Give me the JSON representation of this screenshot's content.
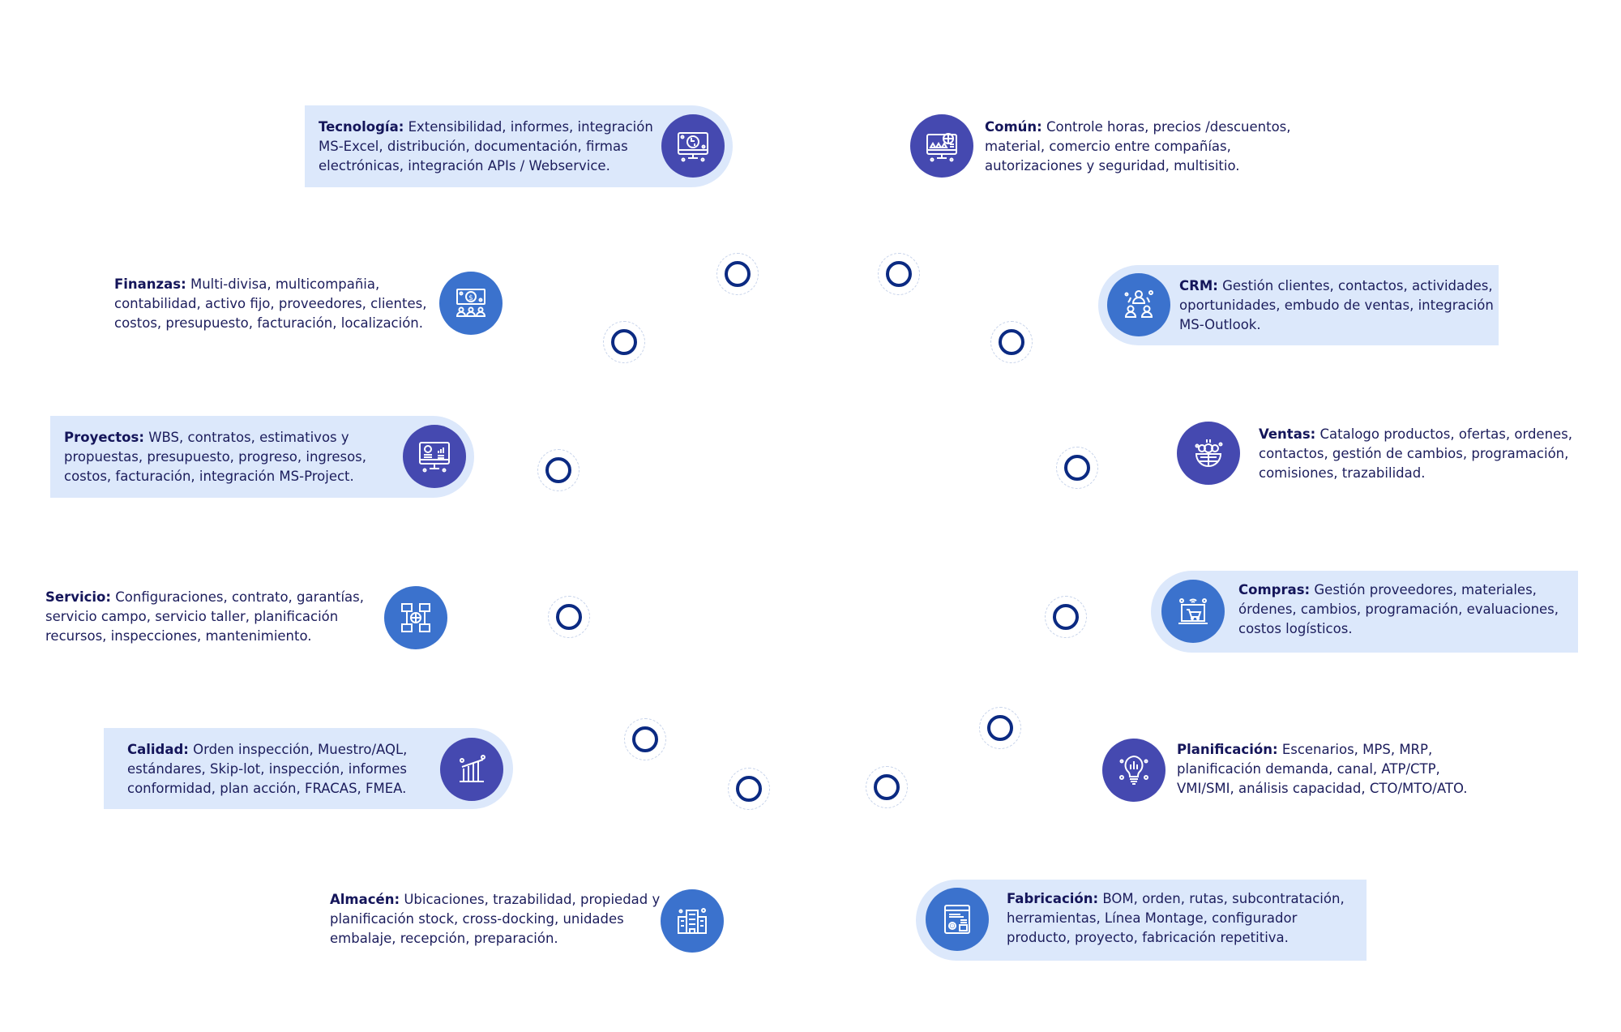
{
  "colors": {
    "card_bg": "#dce8fb",
    "icon_purple": "#4549b0",
    "icon_blue": "#3b72cd",
    "node_ring": "#0b2a82",
    "text": "#1c1d5c"
  },
  "modules": [
    {
      "id": "tecnologia",
      "title": "Tecnología:",
      "body": "Extensibilidad, informes, integración MS-Excel, distribución, documentación, firmas electrónicas, integración APIs / Webservice.",
      "icon": "monitor-network-icon",
      "icon_color": "purple",
      "boxed": true
    },
    {
      "id": "comun",
      "title": "Común:",
      "body": "Controle horas, precios /descuentos, material, comercio entre compañías, autorizaciones y seguridad, multisitio.",
      "icon": "monitor-globe-users-icon",
      "icon_color": "purple",
      "boxed": false
    },
    {
      "id": "finanzas",
      "title": "Finanzas:",
      "body": "Multi-divisa, multicompañia, contabilidad, activo fijo, proveedores, clientes, costos, presupuesto, facturación, localización.",
      "icon": "money-people-icon",
      "icon_color": "blue",
      "boxed": false
    },
    {
      "id": "crm",
      "title": "CRM:",
      "body": "Gestión clientes, contactos, actividades, oportunidades, embudo de ventas, integración MS-Outlook.",
      "icon": "team-network-icon",
      "icon_color": "blue",
      "boxed": true
    },
    {
      "id": "proyectos",
      "title": "Proyectos:",
      "body": "WBS,  contratos, estimativos y propuestas, presupuesto, progreso, ingresos, costos, facturación, integración MS-Project.",
      "icon": "monitor-finance-icon",
      "icon_color": "purple",
      "boxed": true
    },
    {
      "id": "ventas",
      "title": "Ventas:",
      "body": " Catalogo productos, ofertas, ordenes, contactos, gestión de cambios, programación, comisiones, trazabilidad.",
      "icon": "globe-money-icon",
      "icon_color": "purple",
      "boxed": false
    },
    {
      "id": "servicio",
      "title": "Servicio:",
      "body": "Configuraciones, contrato, garantías, servicio campo, servicio taller, planificación recursos, inspecciones, mantenimiento.",
      "icon": "network-globe-icon",
      "icon_color": "blue",
      "boxed": false
    },
    {
      "id": "compras",
      "title": "Compras:",
      "body": "Gestión proveedores, materiales, órdenes, cambios, programación, evaluaciones, costos logísticos.",
      "icon": "laptop-cart-icon",
      "icon_color": "blue",
      "boxed": true
    },
    {
      "id": "calidad",
      "title": "Calidad:",
      "body": " Orden inspección, Muestro/AQL, estándares, Skip-lot, inspección, informes conformidad, plan acción, FRACAS, FMEA.",
      "icon": "bar-chart-growth-icon",
      "icon_color": "purple",
      "boxed": true
    },
    {
      "id": "planificacion",
      "title": "Planificación:",
      "body": "Escenarios, MPS, MRP, planificación demanda, canal,  ATP/CTP, VMI/SMI, análisis capacidad, CTO/MTO/ATO.",
      "icon": "lightbulb-circuit-icon",
      "icon_color": "purple",
      "boxed": false
    },
    {
      "id": "almacen",
      "title": "Almacén:",
      "body": "Ubicaciones, trazabilidad, propiedad y planificación stock, cross-docking, unidades embalaje, recepción, preparación.",
      "icon": "warehouse-building-icon",
      "icon_color": "blue",
      "boxed": false
    },
    {
      "id": "fabricacion",
      "title": "Fabricación:",
      "body": "BOM, orden, rutas, subcontratación, herramientas, Línea Montage, configurador producto, proyecto, fabricación repetitiva.",
      "icon": "window-gear-icon",
      "icon_color": "blue",
      "boxed": true
    }
  ]
}
